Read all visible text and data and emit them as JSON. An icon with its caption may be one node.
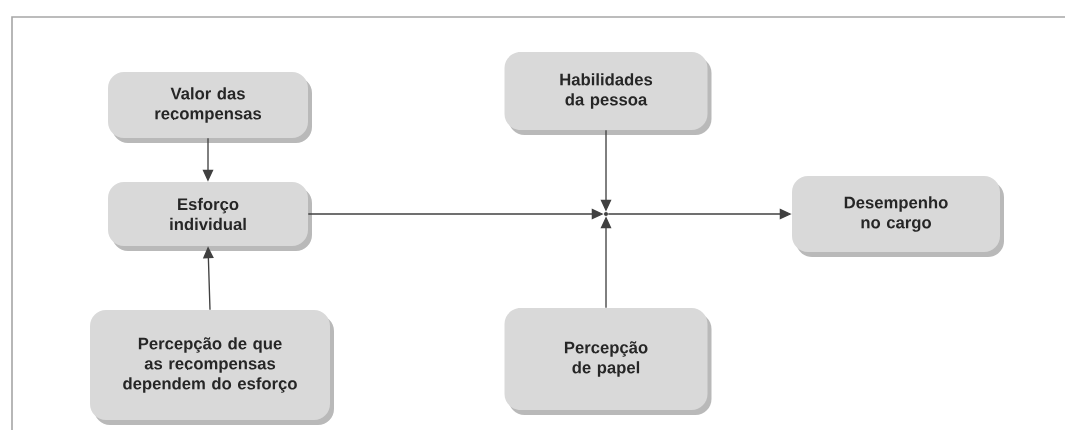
{
  "diagram": {
    "nodes": [
      {
        "text": [
          "Valor das recompensas"
        ]
      },
      {
        "text": [
          "Esforço individual"
        ]
      },
      {
        "text": [
          "Percepção de que as recompensas dependem do esforço"
        ]
      },
      {
        "text": [
          "Habilidades da pessoa"
        ]
      },
      {
        "text": [],
        "shape": "point"
      },
      {
        "text": [
          "Percepção de papel"
        ]
      },
      {
        "text": [
          "Desempenho no cargo"
        ]
      }
    ],
    "edges": [
      {
        "from": 0,
        "to": 1,
        "arrow": "to"
      },
      {
        "from": 2,
        "to": 1,
        "arrow": "to"
      },
      {
        "from": 1,
        "to": 4,
        "arrow": "to"
      },
      {
        "from": 3,
        "to": 4,
        "arrow": "to"
      },
      {
        "from": 5,
        "to": 4,
        "arrow": "to"
      },
      {
        "from": 4,
        "to": 6,
        "arrow": "to"
      }
    ]
  }
}
